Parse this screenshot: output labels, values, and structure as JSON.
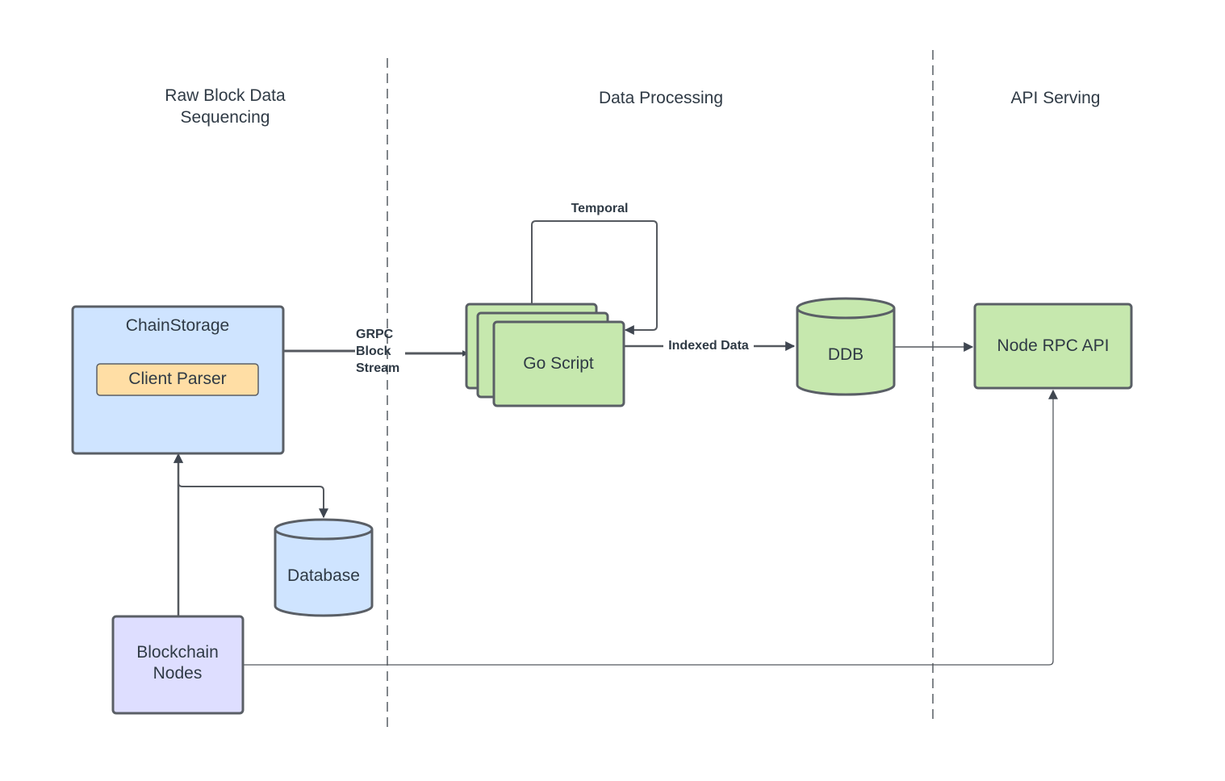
{
  "lanes": {
    "raw": {
      "title_line1": "Raw Block Data",
      "title_line2": "Sequencing"
    },
    "processing": {
      "title": "Data Processing"
    },
    "api": {
      "title": "API Serving"
    }
  },
  "nodes": {
    "chain_storage": {
      "label": "ChainStorage"
    },
    "client_parser": {
      "label": "Client Parser"
    },
    "database": {
      "label": "Database"
    },
    "blockchain_nodes": {
      "label_line1": "Blockchain",
      "label_line2": "Nodes"
    },
    "go_script": {
      "label": "Go Script"
    },
    "ddb": {
      "label": "DDB"
    },
    "node_rpc_api": {
      "label": "Node RPC API"
    }
  },
  "edges": {
    "grpc": {
      "line1": "GRPC",
      "line2": "Block",
      "line3": "Stream"
    },
    "temporal": {
      "label": "Temporal"
    },
    "indexed": {
      "label": "Indexed Data"
    }
  },
  "colors": {
    "blue_fill": "#cfe4ff",
    "orange_fill": "#ffdea5",
    "green_fill": "#c6e8ae",
    "purple_fill": "#dedeff",
    "stroke": "#5a5f66"
  }
}
